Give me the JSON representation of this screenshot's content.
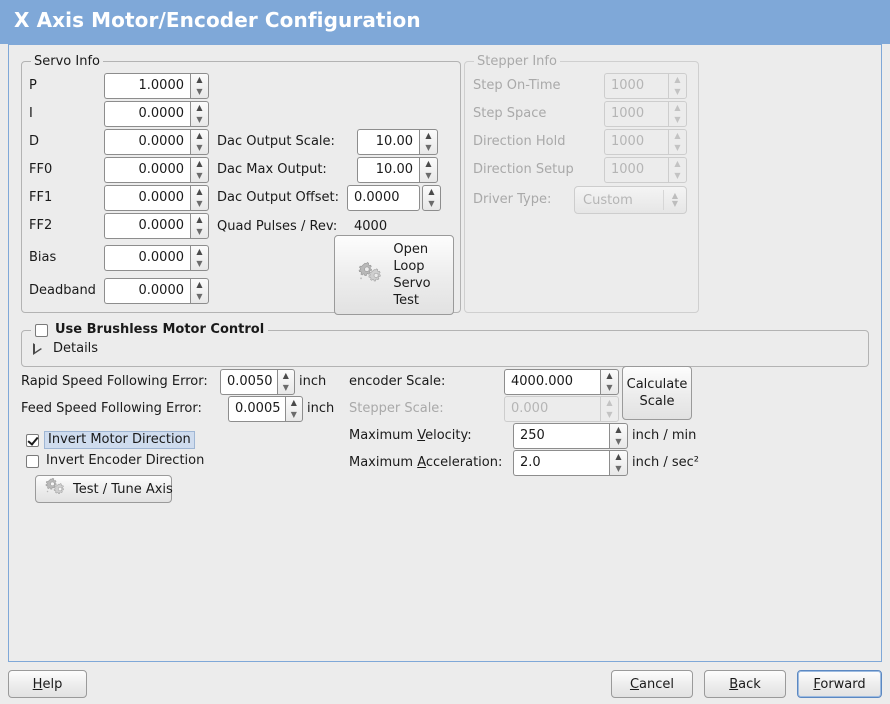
{
  "window": {
    "title": "X Axis Motor/Encoder Configuration",
    "accent_color": "#7fa8d8",
    "background_color": "#ececec"
  },
  "servo_group": {
    "legend": "Servo Info",
    "fields": [
      {
        "label": "P",
        "value": "1.0000"
      },
      {
        "label": "I",
        "value": "0.0000"
      },
      {
        "label": "D",
        "value": "0.0000"
      },
      {
        "label": "FF0",
        "value": "0.0000"
      },
      {
        "label": "FF1",
        "value": "0.0000"
      },
      {
        "label": "FF2",
        "value": "0.0000"
      },
      {
        "label": "Bias",
        "value": "0.0000"
      },
      {
        "label": "Deadband",
        "value": "0.0000"
      }
    ],
    "dac": [
      {
        "label": "Dac Output Scale:",
        "value": "10.00"
      },
      {
        "label": "Dac Max Output:",
        "value": "10.00"
      },
      {
        "label": "Dac Output Offset:",
        "value": "0.0000"
      }
    ],
    "quad_pulses_label": "Quad Pulses / Rev:",
    "quad_pulses_value": "4000",
    "open_loop_button": "Open\nLoop\nServo\nTest",
    "open_loop_lines": [
      "Open",
      "Loop",
      "Servo",
      "Test"
    ]
  },
  "stepper_group": {
    "legend": "Stepper Info",
    "disabled": true,
    "fields": [
      {
        "label": "Step On-Time",
        "value": "1000"
      },
      {
        "label": "Step Space",
        "value": "1000"
      },
      {
        "label": "Direction Hold",
        "value": "1000"
      },
      {
        "label": "Direction Setup",
        "value": "1000"
      }
    ],
    "driver_type_label": "Driver Type:",
    "driver_type_value": "Custom"
  },
  "brushless_group": {
    "legend": "Use Brushless Motor Control",
    "checked": false,
    "details_label": "Details",
    "details_expanded": false
  },
  "motion": {
    "rapid_following_error": {
      "label": "Rapid Speed Following Error:",
      "value": "0.0050",
      "unit": "inch"
    },
    "feed_following_error": {
      "label": "Feed Speed Following Error:",
      "value": "0.0005",
      "unit": "inch"
    },
    "invert_motor": {
      "label": "Invert Motor Direction",
      "checked": true,
      "focused": true
    },
    "invert_encoder": {
      "label": "Invert Encoder Direction",
      "checked": false,
      "focused": false
    },
    "test_tune_button": "Test / Tune Axis",
    "encoder_scale": {
      "label": "encoder Scale:",
      "value": "4000.000",
      "disabled": false
    },
    "stepper_scale": {
      "label": "Stepper Scale:",
      "value": "0.000",
      "disabled": true
    },
    "max_velocity": {
      "label_pre": "Maximum ",
      "label_key": "V",
      "label_post": "elocity:",
      "label": "Maximum Velocity:",
      "value": "250",
      "unit": "inch / min"
    },
    "max_acceleration": {
      "label_pre": "Maximum ",
      "label_key": "A",
      "label_post": "cceleration:",
      "label": "Maximum Acceleration:",
      "value": "2.0",
      "unit": "inch / sec²"
    },
    "calculate_scale_button": [
      "Calculate",
      "Scale"
    ]
  },
  "footer": {
    "help": {
      "pre": "",
      "key": "H",
      "post": "elp",
      "label": "Help"
    },
    "cancel": {
      "pre": "",
      "key": "C",
      "post": "ancel",
      "label": "Cancel"
    },
    "back": {
      "pre": "",
      "key": "B",
      "post": "ack",
      "label": "Back"
    },
    "forward": {
      "pre": "",
      "key": "F",
      "post": "orward",
      "label": "Forward",
      "focused": true
    }
  }
}
